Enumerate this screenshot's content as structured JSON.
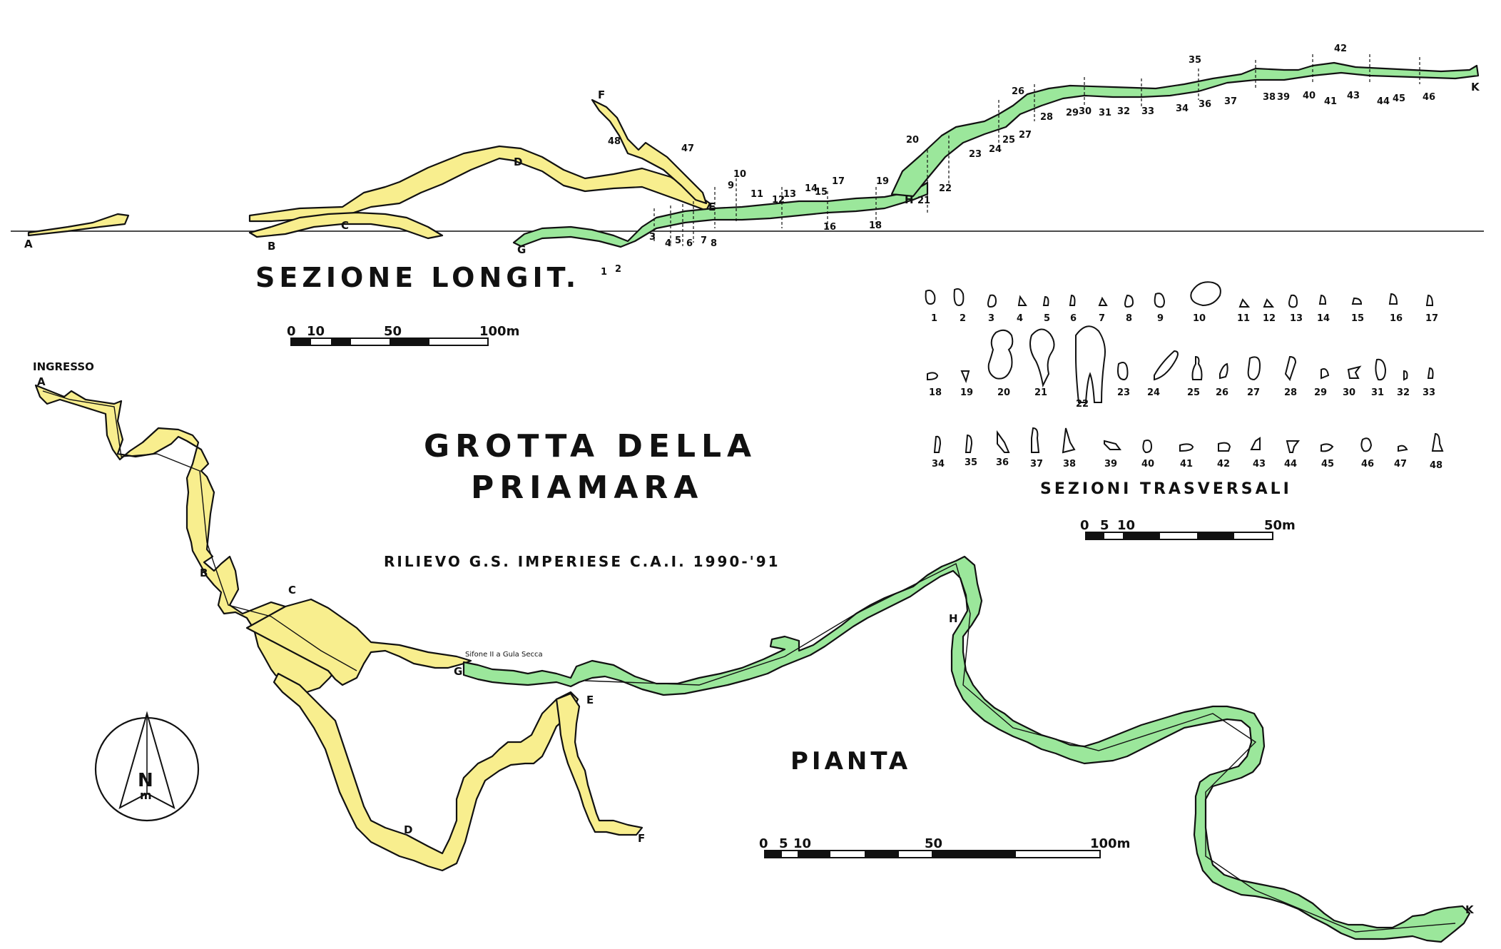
{
  "title": {
    "line1": "GROTTA DELLA",
    "line2": "PRIAMARA"
  },
  "credit": "RILIEVO G.S. IMPERIESE C.A.I. 1990-'91",
  "profile": {
    "heading": "SEZIONE LONGIT.",
    "points": [
      "A",
      "B",
      "C",
      "D",
      "E",
      "F",
      "G",
      "H",
      "K"
    ],
    "stations": [
      "1",
      "2",
      "3",
      "4",
      "5",
      "6",
      "7",
      "8",
      "9",
      "10",
      "11",
      "12",
      "13",
      "14",
      "15",
      "16",
      "17",
      "18",
      "19",
      "20",
      "21",
      "22",
      "23",
      "24",
      "25",
      "26",
      "27",
      "28",
      "29",
      "30",
      "31",
      "32",
      "33",
      "34",
      "35",
      "36",
      "37",
      "38",
      "39",
      "40",
      "41",
      "42",
      "43",
      "44",
      "45",
      "46",
      "47",
      "48"
    ],
    "scale": {
      "ticks": [
        "0",
        "10",
        "50",
        "100m"
      ]
    }
  },
  "cross_sections": {
    "heading": "SEZIONI TRASVERSALI",
    "row1": [
      "1",
      "2",
      "3",
      "4",
      "5",
      "6",
      "7",
      "8",
      "9",
      "10",
      "11",
      "12",
      "13",
      "14",
      "15",
      "16",
      "17"
    ],
    "row2": [
      "18",
      "19",
      "20",
      "21",
      "22",
      "23",
      "24",
      "25",
      "26",
      "27",
      "28",
      "29",
      "30",
      "31",
      "32",
      "33"
    ],
    "row3": [
      "34",
      "35",
      "36",
      "37",
      "38",
      "39",
      "40",
      "41",
      "42",
      "43",
      "44",
      "45",
      "46",
      "47",
      "48"
    ],
    "scale": {
      "ticks": [
        "0",
        "5",
        "10",
        "50m"
      ]
    }
  },
  "plan": {
    "heading": "PIANTA",
    "entrance": "INGRESSO",
    "points": [
      "A",
      "B",
      "C",
      "D",
      "E",
      "F",
      "G",
      "H",
      "K"
    ],
    "sump_note": "Sifone II a Gula Secca",
    "scale": {
      "ticks": [
        "0",
        "5",
        "10",
        "50",
        "100m"
      ]
    }
  },
  "compass": {
    "north": "N",
    "magnetic": "m"
  },
  "colors": {
    "dry_passage": "#f8ee8e",
    "water_passage": "#9be79b",
    "ink": "#111111"
  }
}
